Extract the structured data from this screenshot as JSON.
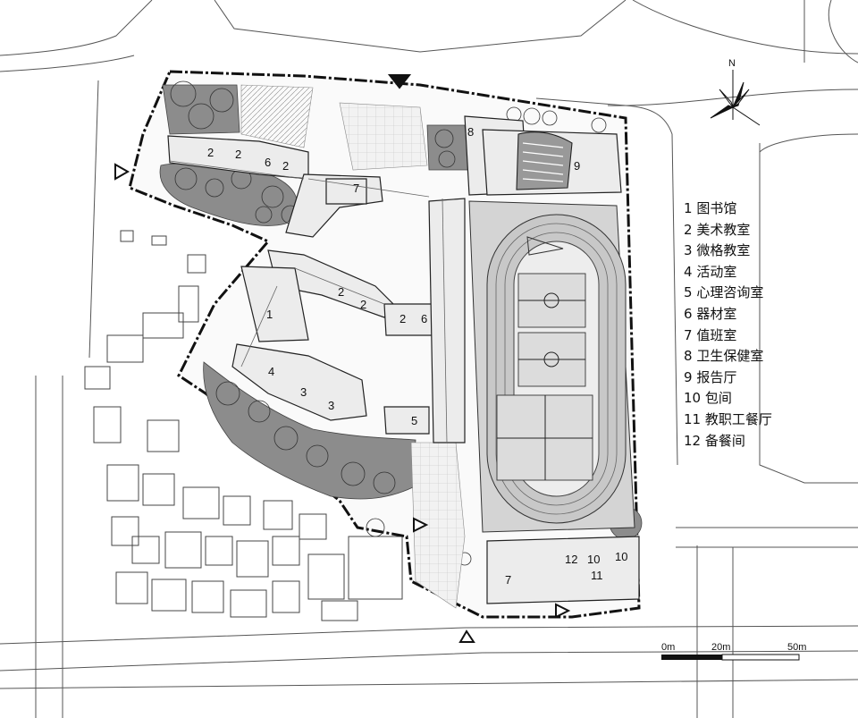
{
  "legend": [
    {
      "num": "1",
      "label": "图书馆"
    },
    {
      "num": "2",
      "label": "美术教室"
    },
    {
      "num": "3",
      "label": "微格教室"
    },
    {
      "num": "4",
      "label": "活动室"
    },
    {
      "num": "5",
      "label": "心理咨询室"
    },
    {
      "num": "6",
      "label": "器材室"
    },
    {
      "num": "7",
      "label": "值班室"
    },
    {
      "num": "8",
      "label": "卫生保健室"
    },
    {
      "num": "9",
      "label": "报告厅"
    },
    {
      "num": "10",
      "label": "包间"
    },
    {
      "num": "11",
      "label": "教职工餐厅"
    },
    {
      "num": "12",
      "label": "备餐间"
    }
  ],
  "north_label": "N",
  "scale": {
    "zero": "0m",
    "mid": "20m",
    "end": "50m"
  },
  "room_labels": [
    "1",
    "2",
    "2",
    "6",
    "2",
    "7",
    "2",
    "2",
    "2",
    "6",
    "4",
    "3",
    "3",
    "5",
    "8",
    "9",
    "7",
    "12",
    "10",
    "10",
    "11"
  ],
  "colors": {
    "vegetation": "#8c8c8c",
    "track": "#c8c8c8",
    "court": "#dcdcdc",
    "outline": "#222222"
  }
}
